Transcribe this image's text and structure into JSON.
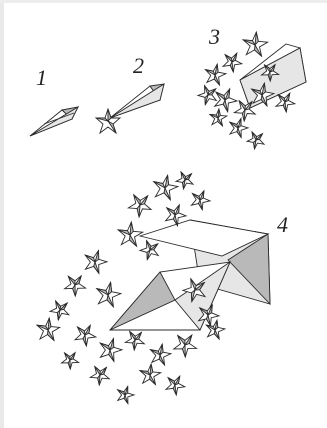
{
  "figures": [
    {
      "label": "1"
    },
    {
      "label": "2"
    },
    {
      "label": "3"
    },
    {
      "label": "4"
    }
  ],
  "colors": {
    "ink": "#2a2a2a",
    "shade": "#b9b9b9",
    "paper": "#ffffff"
  }
}
